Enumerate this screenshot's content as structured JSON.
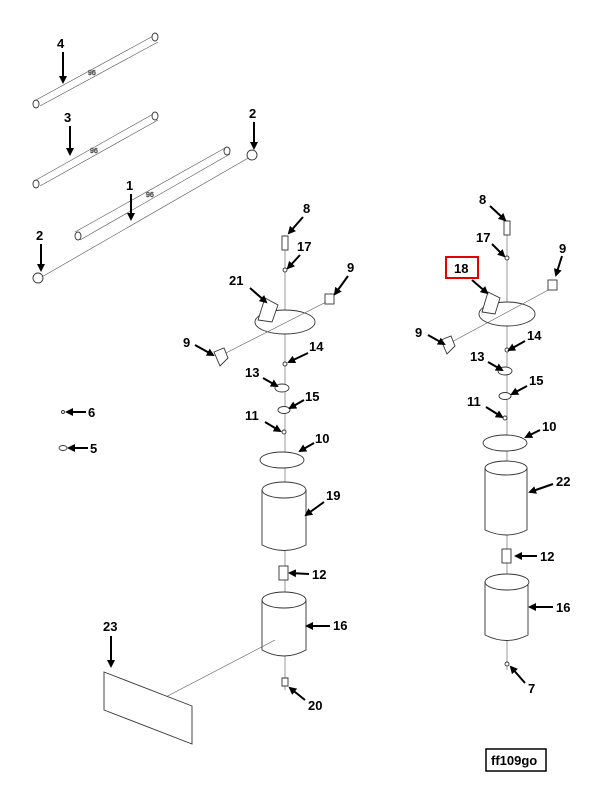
{
  "diagram": {
    "callouts": [
      "4",
      "3",
      "2",
      "1",
      "2",
      "8",
      "17",
      "21",
      "9",
      "9",
      "14",
      "13",
      "15",
      "11",
      "10",
      "19",
      "12",
      "16",
      "23",
      "20",
      "6",
      "5",
      "8",
      "17",
      "18",
      "9",
      "9",
      "14",
      "13",
      "15",
      "11",
      "10",
      "22",
      "12",
      "16",
      "7"
    ],
    "highlighted_callout": "18",
    "highlight_color": "#e00000",
    "tube_marking": "96",
    "figure_id": "ff109go"
  }
}
